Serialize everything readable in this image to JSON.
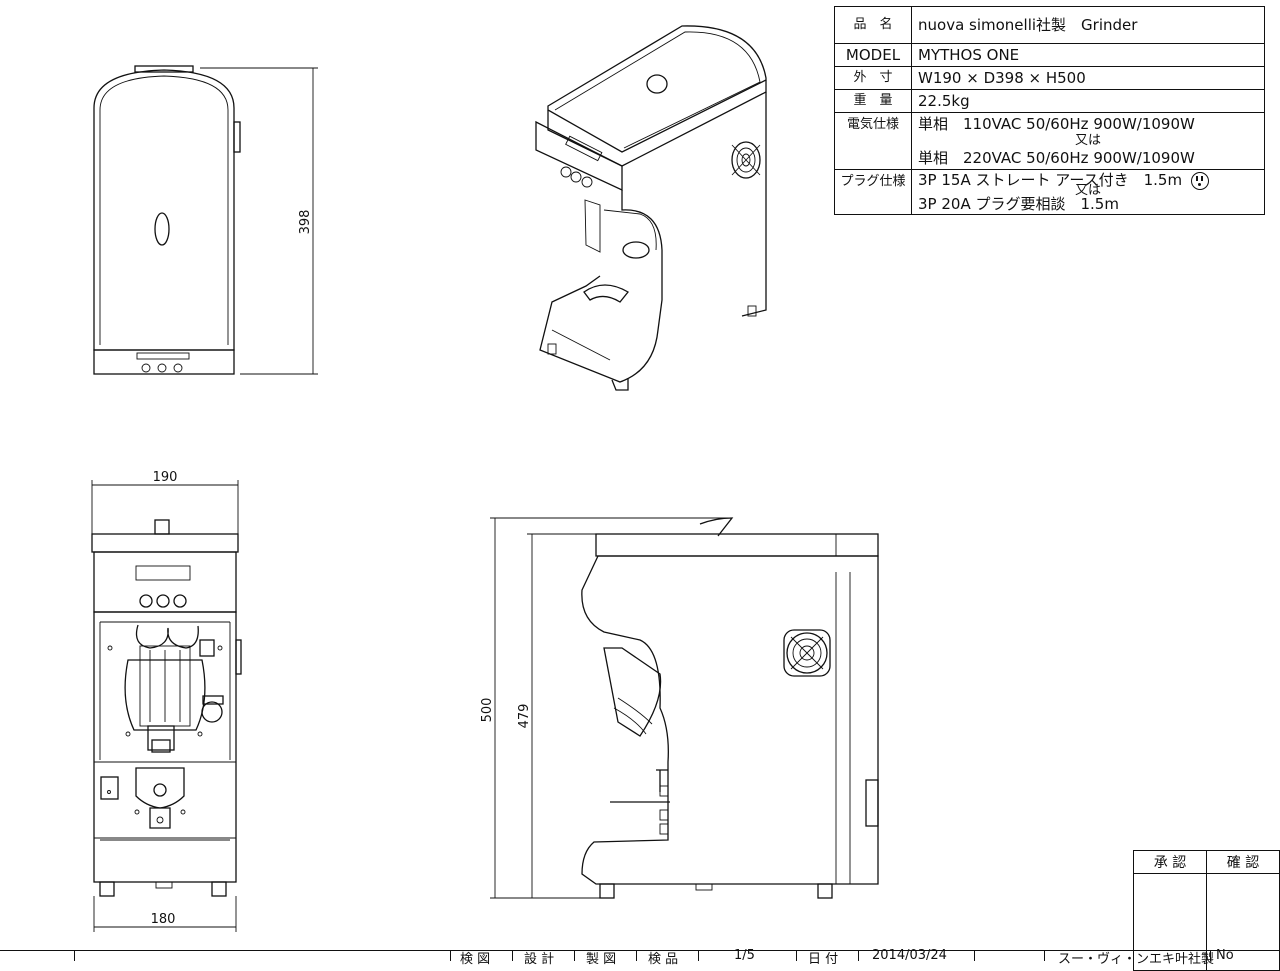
{
  "spec": {
    "rows": [
      {
        "label": "品　名",
        "value": "nuova simonelli社製　Grinder"
      },
      {
        "label": "MODEL",
        "value": "MYTHOS ONE"
      },
      {
        "label": "外　寸",
        "value": "W190 × D398 × H500"
      },
      {
        "label": "重　量",
        "value": "22.5kg"
      }
    ],
    "electric": {
      "label": "電気仕様",
      "line1": "単相　110VAC 50/60Hz 900W/1090W",
      "or": "又は",
      "line2": "単相　220VAC 50/60Hz 900W/1090W"
    },
    "plug": {
      "label": "プラグ仕様",
      "line1": "3P 15A ストレート アース付き　1.5m",
      "or": "又は",
      "line2": "3P 20A プラグ要相談　1.5m"
    }
  },
  "dimensions": {
    "top_depth": "398",
    "front_width_top": "190",
    "front_width_bottom": "180",
    "side_height_total": "500",
    "side_height_body": "479"
  },
  "approval": {
    "col1": "承 認",
    "col2": "確 認"
  },
  "title_block": {
    "c1": "検 図",
    "c2": "設 計",
    "c3": "製 図",
    "c4": "検 品",
    "scale": "1/5",
    "date_label": "日 付",
    "date": "2014/03/24",
    "company": "スー・ヴィ・ンエキ叶社製",
    "no_label": "No"
  },
  "icons": [
    "outlet-icon",
    "fan-grille-icon"
  ]
}
